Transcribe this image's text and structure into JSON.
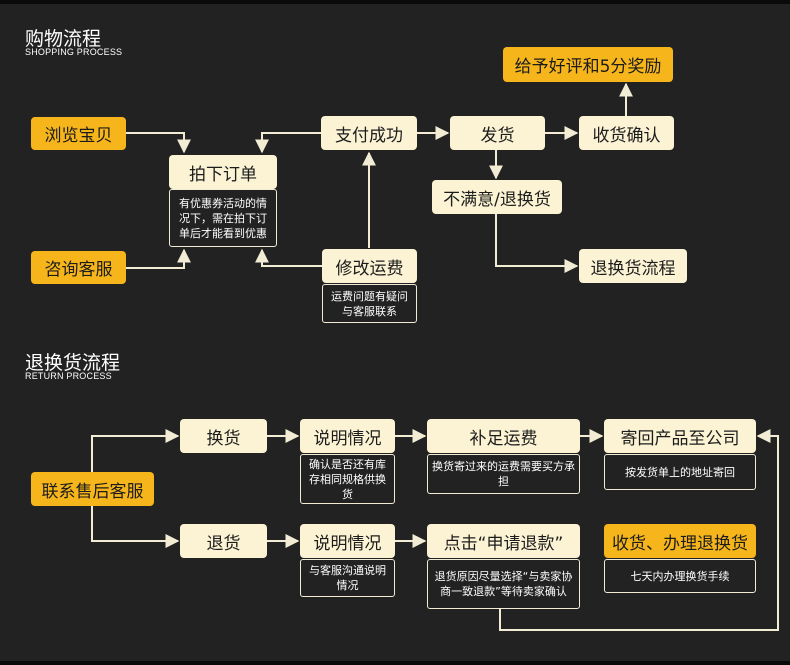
{
  "shopping": {
    "title": "购物流程",
    "subtitle": "SHOPPING PROCESS",
    "reward": "给予好评和5分奖励",
    "browse": "浏览宝贝",
    "order": "拍下订单",
    "pay": "支付成功",
    "ship": "发货",
    "confirm": "收货确认",
    "unsatisfied": "不满意/退换货",
    "return_flow": "退换货流程",
    "consult": "咨询客服",
    "modify": "修改运费",
    "order_note": "有优惠券活动的情况下，需在拍下订单后才能看到优惠",
    "modify_note": "运费问题有疑问与客服联系"
  },
  "returns": {
    "title": "退换货流程",
    "subtitle": "RETURN PROCESS",
    "contact": "联系售后客服",
    "exchange": "换货",
    "refund": "退货",
    "explain1": "说明情况",
    "explain2": "说明情况",
    "explain1_note": "确认是否还有库存相同规格供换货",
    "explain2_note": "与客服沟通说明情况",
    "topup": "补足运费",
    "topup_note": "换货寄过来的运费需要买方承担",
    "apply": "点击“申请退款”",
    "apply_note": "退货原因尽量选择“与卖家协商一致退款”等待卖家确认",
    "sendback": "寄回产品至公司",
    "sendback_note": "按发货单上的地址寄回",
    "finish": "收货、办理退换货",
    "finish_note": "七天内办理换货手续"
  },
  "colors": {
    "background": "#222222",
    "cream": "#fbf3d4",
    "gold": "#f6b51b",
    "line": "#f3ecd5"
  }
}
